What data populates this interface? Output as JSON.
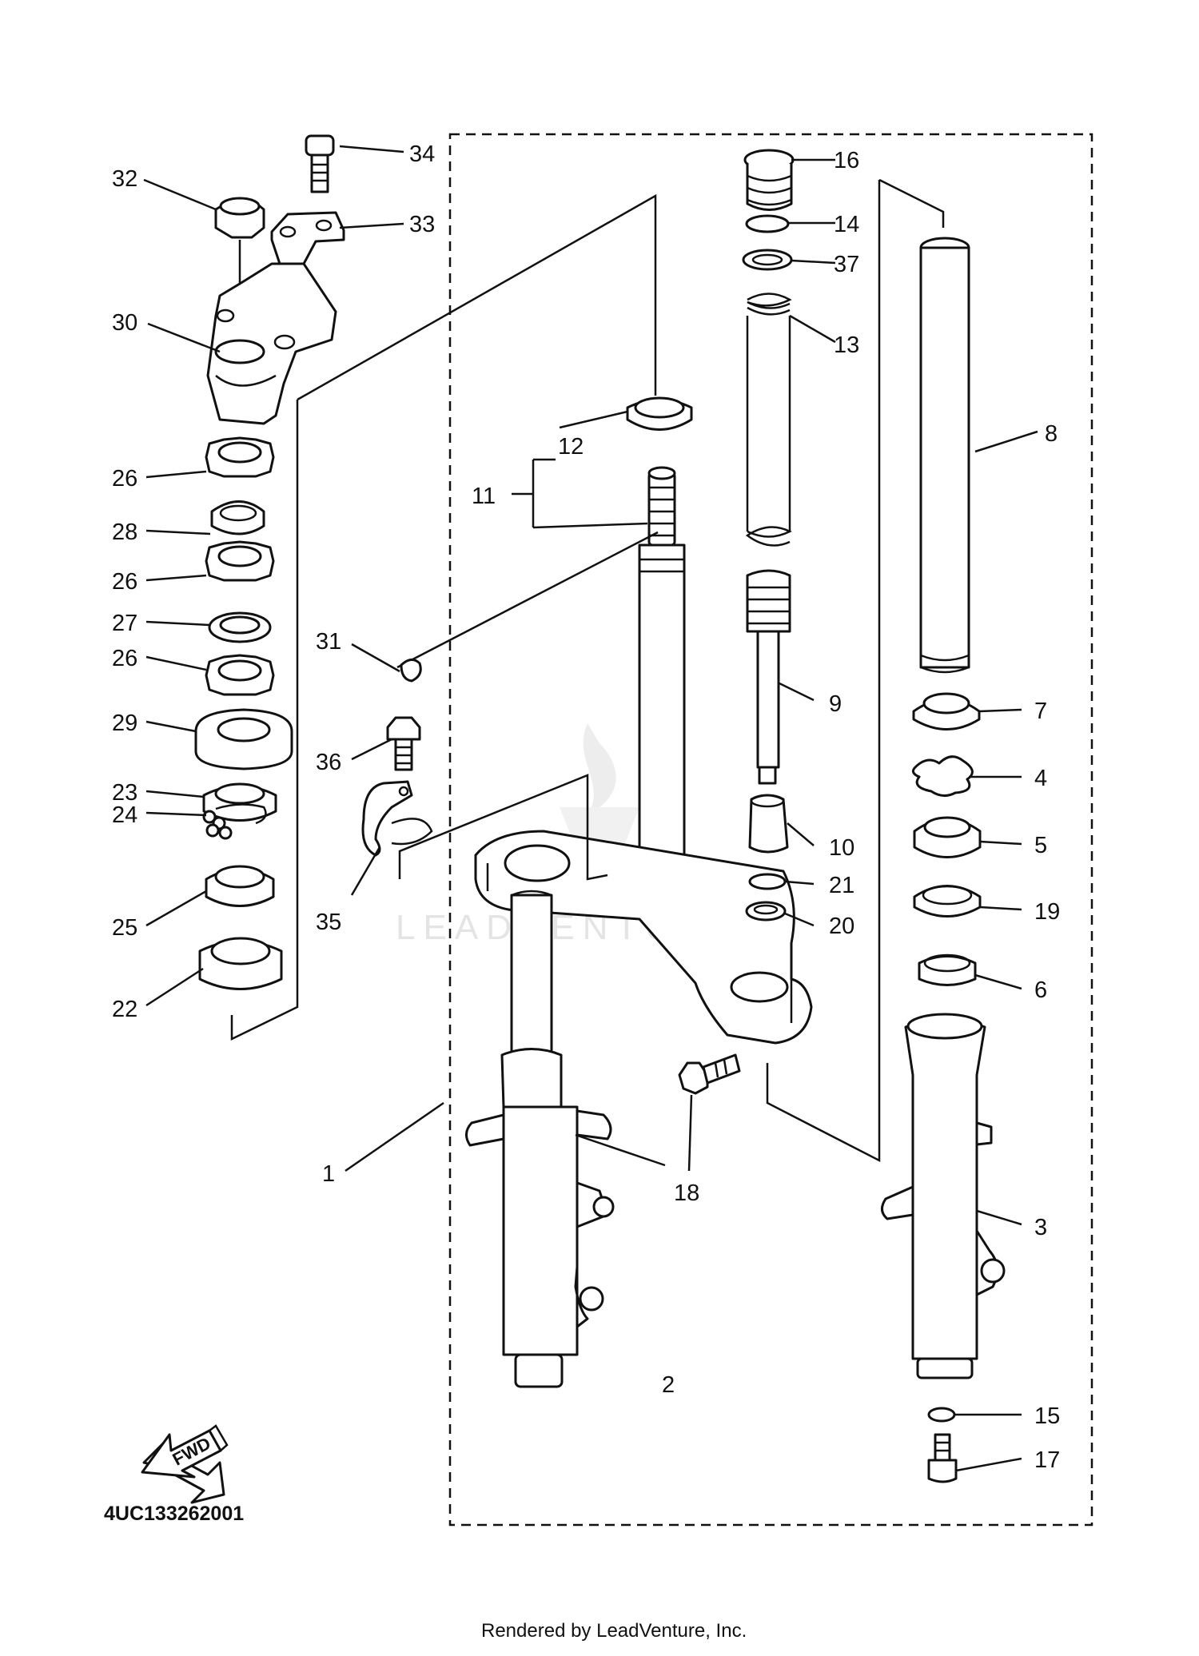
{
  "callouts": [
    "1",
    "2",
    "3",
    "4",
    "5",
    "6",
    "7",
    "8",
    "9",
    "10",
    "11",
    "12",
    "13",
    "14",
    "15",
    "16",
    "17",
    "18",
    "19",
    "20",
    "21",
    "22",
    "23",
    "24",
    "25",
    "26",
    "26",
    "26",
    "27",
    "28",
    "29",
    "30",
    "31",
    "32",
    "33",
    "34",
    "35",
    "36",
    "37"
  ],
  "watermark": "LEADVENTURE",
  "fwd_label": "FWD",
  "diagram_code": "4UC133262001",
  "footer": "Rendered by LeadVenture, Inc."
}
